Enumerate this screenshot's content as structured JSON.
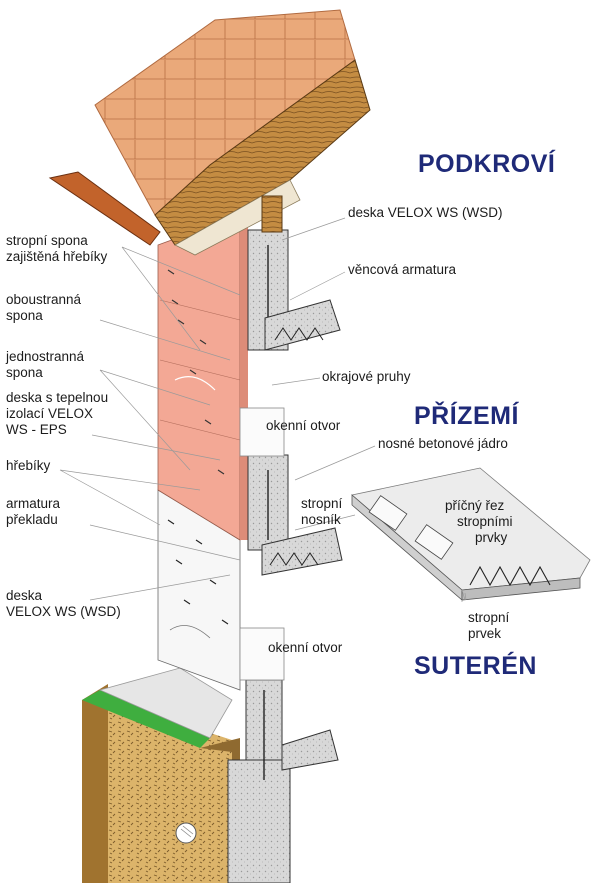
{
  "floors": {
    "attic": "PODKROVÍ",
    "ground": "PŘÍZEMÍ",
    "basement": "SUTERÉN"
  },
  "labels": {
    "velox_ws_top": "deska VELOX WS (WSD)",
    "ring_reinforcement": "věncová armatura",
    "edge_strips": "okrajové pruhy",
    "window_upper": "okenní otvor",
    "concrete_core": "nosné betonové jádro",
    "ceiling_beam": [
      "stropní",
      "nosník"
    ],
    "cross_section": [
      "příčný řez",
      "stropními",
      "prvky"
    ],
    "ceiling_element": [
      "stropní",
      "prvek"
    ],
    "window_lower": "okenní otvor",
    "ceiling_clip": [
      "stropní spona",
      "zajištěná hřebíky"
    ],
    "double_clip": [
      "oboustranná",
      "spona"
    ],
    "single_clip": [
      "jednostranná",
      "spona"
    ],
    "thermal_board": [
      "deska s tepelnou",
      "izolací VELOX",
      "WS - EPS"
    ],
    "nails": "hřebíky",
    "lintel_reinforcement": [
      "armatura",
      "překladu"
    ],
    "velox_ws_bottom": [
      "deska",
      "VELOX WS (WSD)"
    ]
  },
  "colors": {
    "floor_title": "#1f2a78",
    "roof_tile": "#e9a879",
    "timber": "#c9954a",
    "insulation": "#f2a493",
    "concrete": "#d9d9d9",
    "soil": "#d9b56d",
    "grass": "#49b545"
  }
}
